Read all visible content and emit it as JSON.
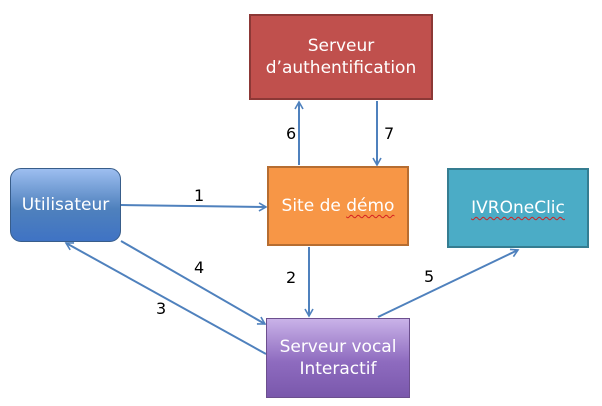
{
  "nodes": {
    "auth": {
      "line1": "Serveur",
      "line2": "d’authentification"
    },
    "site": {
      "pre": "Site de ",
      "underlined": "démo"
    },
    "user": {
      "label": "Utilisateur"
    },
    "ivr": {
      "underlined": "IVROneClic"
    },
    "vocal": {
      "line1": "Serveur vocal",
      "line2": "Interactif"
    }
  },
  "edges": {
    "e1": "1",
    "e2": "2",
    "e3": "3",
    "e4": "4",
    "e5": "5",
    "e6": "6",
    "e7": "7"
  },
  "colors": {
    "arrow": "#4f81bd",
    "auth_fill": "#c0504d",
    "site_fill": "#f79646",
    "user_fill": "#4f81bd",
    "ivr_fill": "#4bacc6",
    "vocal_fill": "#8e6bbf",
    "spellcheck_underline": "#d42020"
  }
}
